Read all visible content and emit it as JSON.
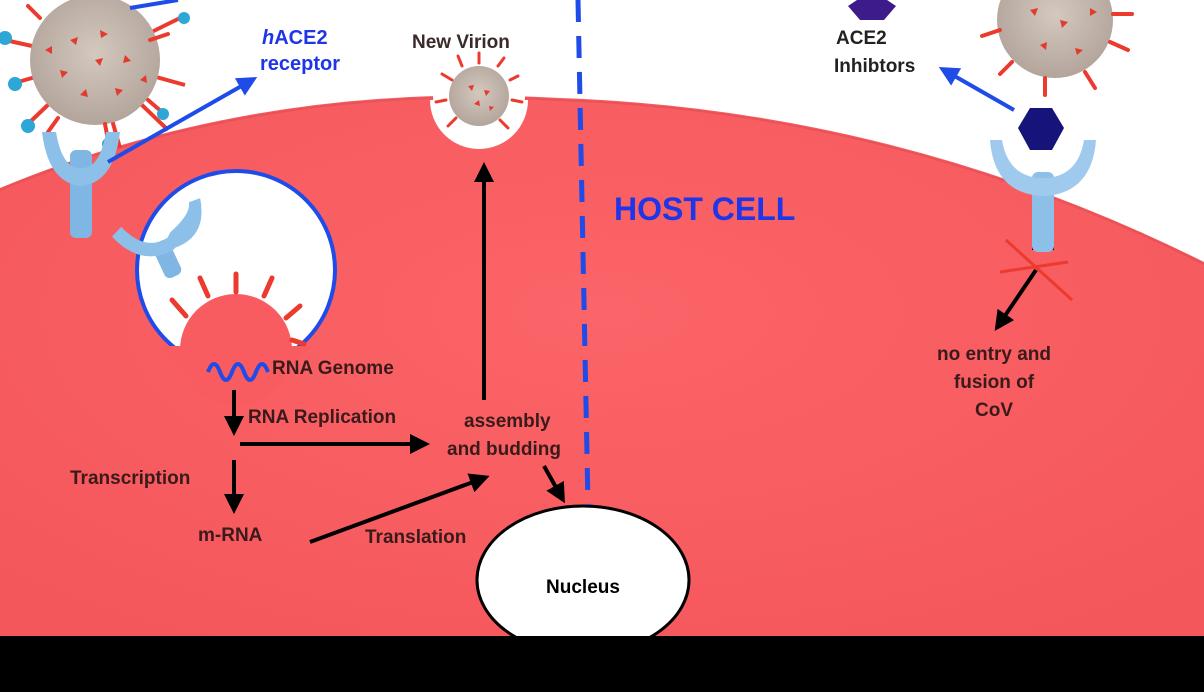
{
  "labels": {
    "hace2_prefix": "h",
    "hace2_rest": "ACE2",
    "receptor": "receptor",
    "new_virion": "New Virion",
    "host_cell": "HOST CELL",
    "ace2": "ACE2",
    "inhibitors": "Inhibtors",
    "rna_genome": "RNA Genome",
    "rna_replication": "RNA Replication",
    "transcription": "Transcription",
    "mrna": "m-RNA",
    "translation": "Translation",
    "assembly": "assembly",
    "and_budding": "and budding",
    "nucleus": "Nucleus",
    "no_entry_1": "no entry and",
    "no_entry_2": "fusion of",
    "no_entry_3": "CoV"
  },
  "colors": {
    "cell": "#f95c60",
    "blue_label": "#1f35e8",
    "receptor": "#7fb6e4",
    "virus_body": "#c4b7ad",
    "spike": "#ec3a2e",
    "inhibitor": "#16137a",
    "footer": "#000000"
  }
}
